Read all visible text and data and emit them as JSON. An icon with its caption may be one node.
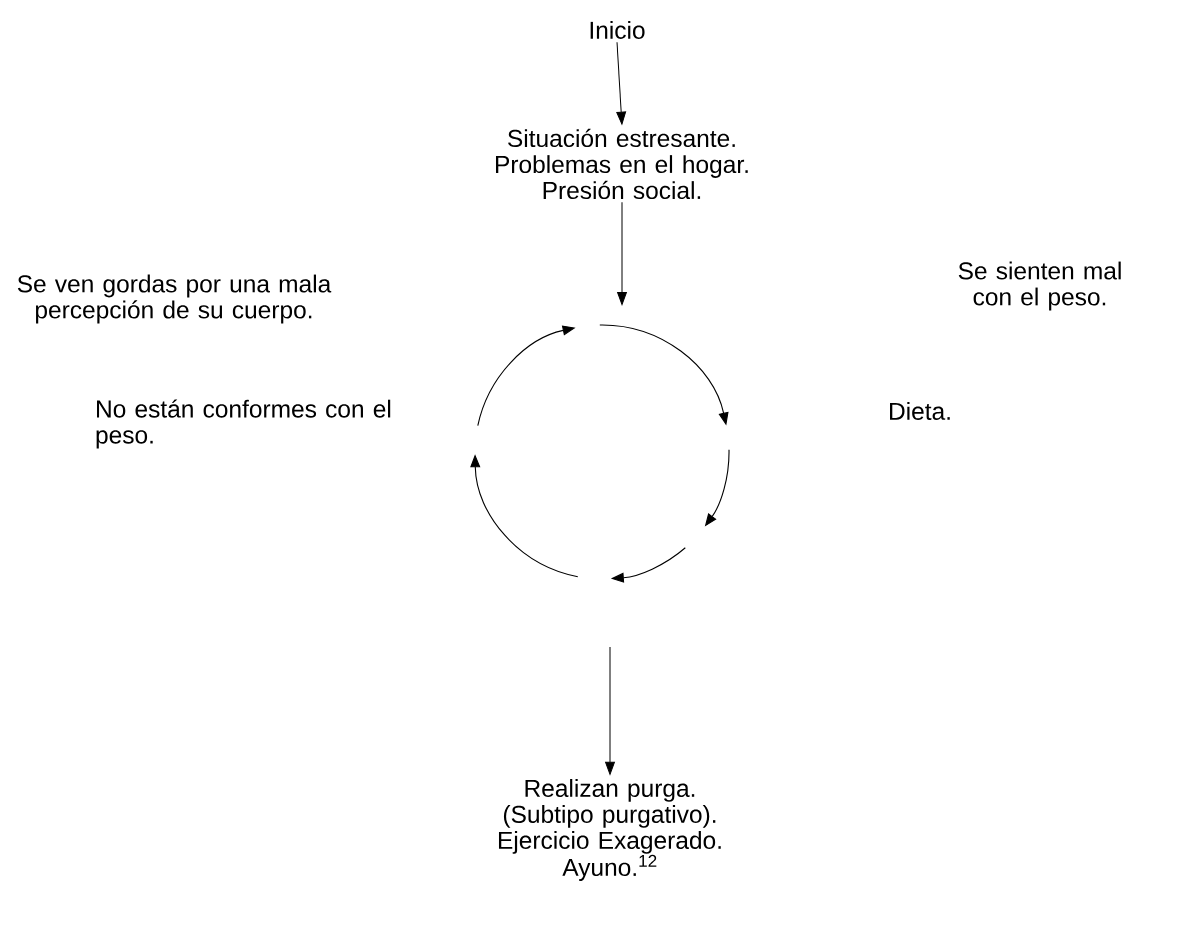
{
  "diagram": {
    "nodes": [
      {
        "text": [
          "Inicio"
        ]
      },
      {
        "text": [
          "Situación estresante.",
          "Problemas en el hogar.",
          "Presión social."
        ]
      },
      {
        "text": [
          "Se sienten mal con el peso."
        ]
      },
      {
        "text": [
          "Dieta."
        ]
      },
      {
        "text": [
          "Realizan purga.",
          "(Subtipo purgativo).",
          "Ejercicio Exagerado.",
          "Ayuno.$^{12}$"
        ]
      },
      {
        "text": [
          "No están conformes con el peso."
        ]
      },
      {
        "text": [
          "Se ven gordas por una mala percepción de su cuerpo."
        ]
      }
    ],
    "edges": [
      {
        "from": 0,
        "to": 1,
        "arrow": "to"
      },
      {
        "from": 1,
        "to": null,
        "arrow": "to"
      },
      {
        "from": null,
        "to": 4,
        "arrow": "to"
      }
    ]
  }
}
